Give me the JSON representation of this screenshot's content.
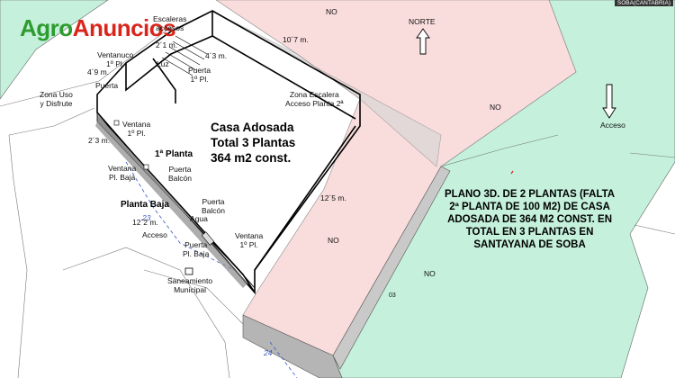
{
  "brand": {
    "part1": "Agro",
    "part2": "Anuncios"
  },
  "watermark": "SOBA(CANTABRIA)",
  "labels": {
    "no_top": "NO",
    "norte": "NORTE",
    "escaleras": "Escaleras\naccesos",
    "dim_2_1": "2´1 m.",
    "dim_10_7": "10´7 m.",
    "dim_4_3": "4´3 m.",
    "ventanuco": "Ventanuco\n1º Pl.",
    "luz": "Luz",
    "puerta_1pl": "Puerta\n1º Pl.",
    "dim_4_9": "4´9 m.",
    "zona_uso": "Zona Uso\ny Disfrute",
    "puerta_left": "Puerta",
    "zona_escalera": "Zona Escalera\nAcceso Planta 2ª",
    "no_right": "NO",
    "acceso_right": "Acceso",
    "ventana_1pl_a": "Ventana\n1º Pl.",
    "dim_2_3": "2´3 m.",
    "planta_1": "1ª Planta",
    "ventana_pl_baja": "Ventana\nPl. Baja",
    "puerta_balcon_1": "Puerta\nBalcón",
    "dim_12_5": "12´5 m.",
    "planta_baja": "Planta Baja",
    "puerta_balcon_2": "Puerta\nBalcón",
    "num_23": "23",
    "agua": "Agua",
    "dim_12_2": "12´2 m.",
    "acceso_left": "Acceso",
    "ventana_1pl_b": "Ventana\n1º Pl.",
    "no_center": "NO",
    "puerta_pl_baja": "Puerta\nPl. Baja",
    "no_bottom": "NO",
    "saneamiento": "Saneamiento\nMunicipal",
    "num_03": "03",
    "num_24": "24"
  },
  "house_title": "Casa Adosada\nTotal 3 Plantas\n364 m2 const.",
  "plan_text": "PLANO 3D. DE 2 PLANTAS (FALTA\n2ª PLANTA DE 100 M2) DE CASA\nADOSADA DE 364 M2 CONST. EN\nTOTAL EN 3 PLANTAS EN\nSANTAYANA DE SOBA",
  "colors": {
    "green_parcel": "#c4f0dc",
    "pink_parcel": "#f9dcdc",
    "wall_grey": "#b5b5b5",
    "logo_green": "#2e9b2e",
    "logo_red": "#d9261c"
  }
}
